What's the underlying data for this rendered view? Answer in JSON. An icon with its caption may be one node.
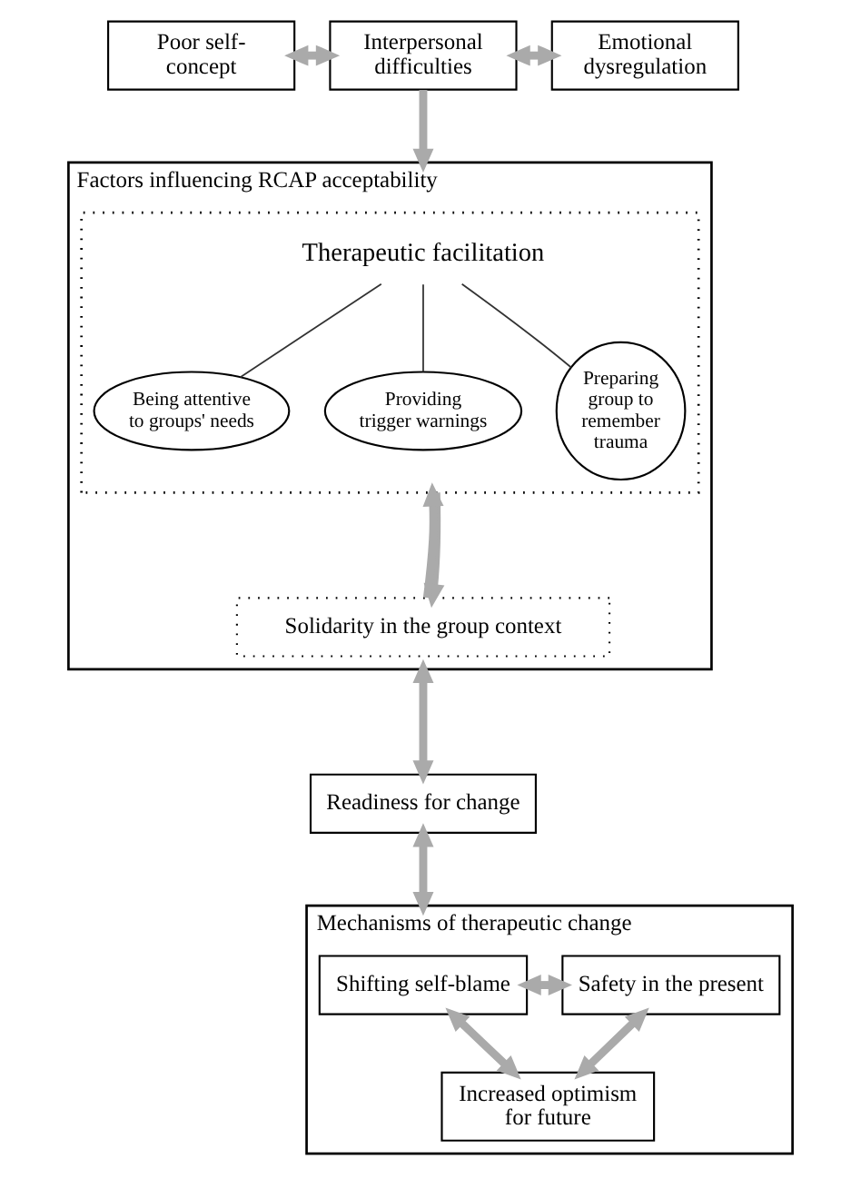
{
  "diagram": {
    "nodes": [
      {
        "text": [
          "Poor self-concept"
        ]
      },
      {
        "text": [
          "Interpersonal difficulties"
        ]
      },
      {
        "text": [
          "Emotional dysregulation"
        ]
      },
      {
        "text": [
          "Factors influencing RCAP acceptability"
        ]
      },
      {
        "text": [
          "Therapeutic facilitation"
        ],
        "in": 3
      },
      {
        "text": [
          "Being attentive to groups' needs"
        ],
        "in": 4
      },
      {
        "text": [
          "Providing trigger warnings"
        ],
        "in": 4
      },
      {
        "text": [
          "Preparing group to remember trauma"
        ],
        "in": 4
      },
      {
        "text": [
          "Solidarity in the group context"
        ],
        "in": 3
      },
      {
        "text": [
          "Readiness for change"
        ]
      },
      {
        "text": [
          "Mechanisms of therapeutic change"
        ]
      },
      {
        "text": [
          "Shifting self-blame"
        ],
        "in": 10
      },
      {
        "text": [
          "Safety in the present"
        ],
        "in": 10
      },
      {
        "text": [
          "Increased optimism for future"
        ],
        "in": 10
      }
    ],
    "edges": [
      {
        "from": 0,
        "to": 1,
        "arrow": "both"
      },
      {
        "from": 1,
        "to": 2,
        "arrow": "both"
      },
      {
        "from": 1,
        "to": 3,
        "arrow": "to"
      },
      {
        "from": 4,
        "to": 5,
        "arrow": "none",
        "color": "#333333"
      },
      {
        "from": 4,
        "to": 6,
        "arrow": "none",
        "color": "#333333"
      },
      {
        "from": 4,
        "to": 7,
        "arrow": "none",
        "color": "#333333"
      },
      {
        "from": 4,
        "to": 8,
        "arrow": "to"
      },
      {
        "from": 8,
        "to": 4,
        "arrow": "to"
      },
      {
        "from": 3,
        "to": 9,
        "arrow": "both"
      },
      {
        "from": 9,
        "to": 10,
        "arrow": "both"
      },
      {
        "from": 11,
        "to": 12,
        "arrow": "both"
      },
      {
        "from": 11,
        "to": 13,
        "arrow": "both"
      },
      {
        "from": 12,
        "to": 13,
        "arrow": "both"
      }
    ]
  }
}
